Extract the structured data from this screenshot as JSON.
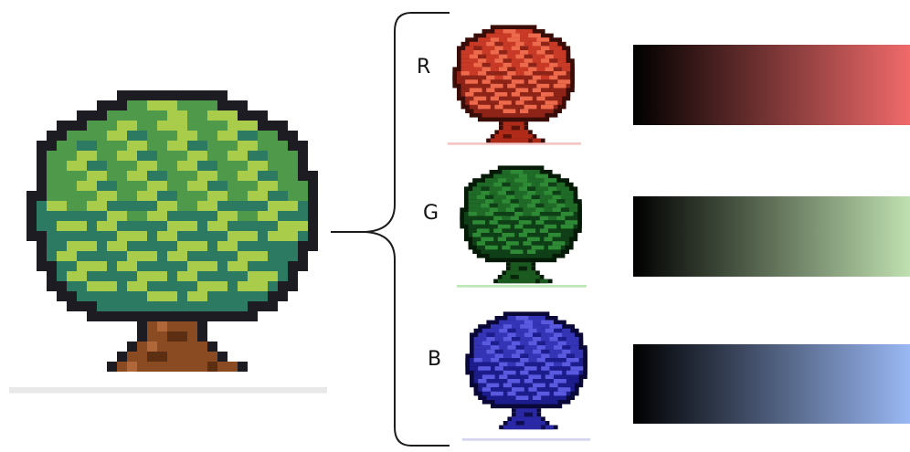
{
  "colors": {
    "background": "#ffffff",
    "outline": "#1c1c22",
    "trunk": "#8a4a22",
    "trunk_dark": "#5c2e12",
    "trunk_light": "#b0673a",
    "leaf_dark": "#2d7a62",
    "leaf_mid": "#4e9a4a",
    "leaf_light": "#a9cc4a",
    "ground": "#e8e8e8"
  },
  "channels": [
    {
      "key": "r",
      "label": "R",
      "tree": {
        "outline": "#3a0d08",
        "leaf_dark": "#8e2418",
        "leaf_mid": "#c93a26",
        "leaf_light": "#ee6a4c",
        "trunk": "#b02a18",
        "trunk_dark": "#5e1208",
        "ground": "#f6c6c6"
      },
      "gradient": [
        "#000000",
        "#f06a6a"
      ]
    },
    {
      "key": "g",
      "label": "G",
      "tree": {
        "outline": "#061a08",
        "leaf_dark": "#0f3f16",
        "leaf_mid": "#1e6a26",
        "leaf_light": "#2f8a36",
        "trunk": "#1a5a1e",
        "trunk_dark": "#08240a",
        "ground": "#bfe8b8"
      },
      "gradient": [
        "#000000",
        "#bfe0b0"
      ]
    },
    {
      "key": "b",
      "label": "B",
      "tree": {
        "outline": "#0a0838",
        "leaf_dark": "#1c1c8c",
        "leaf_mid": "#3434b6",
        "leaf_light": "#5a5ae0",
        "trunk": "#2a28a6",
        "trunk_dark": "#100e52",
        "ground": "#d6d6f0"
      },
      "gradient": [
        "#000000",
        "#9ab8f4"
      ]
    }
  ]
}
